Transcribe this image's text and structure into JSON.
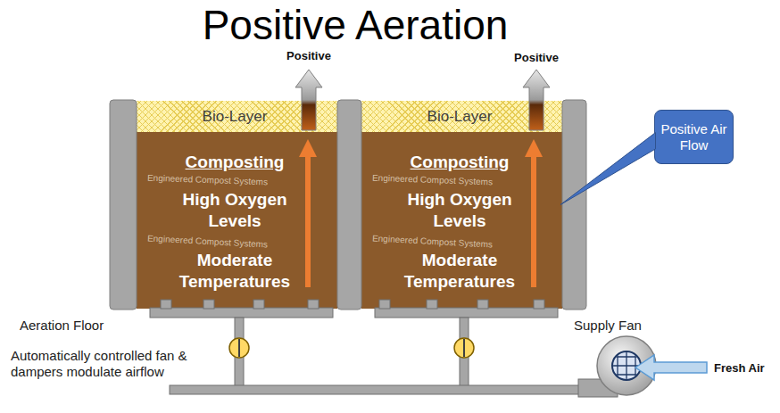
{
  "diagram": {
    "title": "Positive Aeration",
    "nodes": [
      {
        "text": [
          "Composting",
          "High Oxygen Levels",
          "Moderate Temperatures"
        ]
      },
      {
        "text": [
          "Bio-Layer"
        ],
        "in": 0
      },
      {
        "text": [
          "Composting",
          "High Oxygen Levels",
          "Moderate Temperatures"
        ]
      },
      {
        "text": [
          "Bio-Layer"
        ],
        "in": 2
      },
      {
        "text": [
          "Positive Air Flow"
        ]
      }
    ],
    "edges": [
      {
        "from": 4,
        "to": 2,
        "arrow": "none"
      }
    ],
    "labels": [
      "Positive",
      "Positive",
      "Aeration Floor",
      "Automatically controlled fan & dampers modulate airflow",
      "Supply Fan",
      "Fresh Air",
      "Engineered Compost Systems",
      "Engineered Compost Systems",
      "Engineered Compost Systems",
      "Engineered Compost Systems"
    ]
  }
}
